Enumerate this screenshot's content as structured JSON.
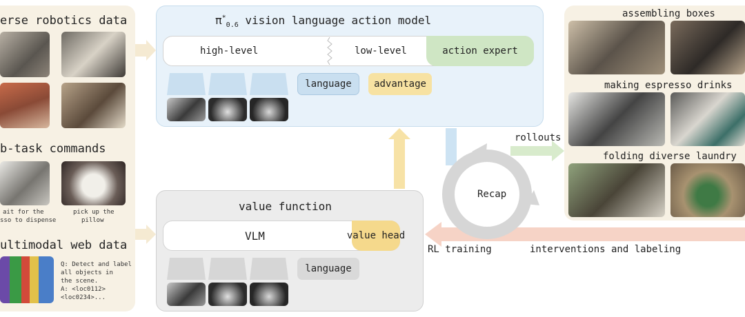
{
  "left": {
    "section1": "erse robotics data",
    "section2": "b-task commands",
    "caption1": [
      "ait for the",
      "sso to dispense"
    ],
    "caption2": [
      "pick up the",
      "pillow"
    ],
    "section3": "ultimodal web data",
    "qa": [
      "Q: Detect and label",
      "   all objects in",
      "   the scene.",
      "A: <loc0112>",
      "   <loc0234>..."
    ]
  },
  "vla": {
    "title_prefix": "π",
    "title_sup": "*",
    "title_sub": "0.6",
    "title_rest": " vision language action model",
    "high_level": "high-level",
    "low_level": "low-level",
    "action_expert": "action expert",
    "language": "language",
    "advantage": "advantage"
  },
  "value": {
    "title": "value function",
    "vlm": "VLM",
    "value_head": "value head",
    "language": "language"
  },
  "flow": {
    "recap": "Recap",
    "rollouts": "rollouts",
    "rl_training": "RL training",
    "interventions": "interventions and labeling"
  },
  "right": {
    "task1": "assembling boxes",
    "task2": "making espresso drinks",
    "task3": "folding diverse laundry"
  },
  "colors": {
    "left_panel": "#f7f1e4",
    "vla_panel": "#e8f2fa",
    "value_panel": "#ececec",
    "action_expert": "#cfe6c4",
    "language_token": "#c9dff0",
    "advantage_token": "#f7e2a2",
    "value_head": "#f5d98c",
    "arrow_yellow": "#f7e2a6",
    "arrow_blue": "#cde3f3",
    "arrow_green": "#d8ebcc",
    "arrow_red": "#f6d3c6",
    "cycle_gray": "#d6d6d6"
  }
}
